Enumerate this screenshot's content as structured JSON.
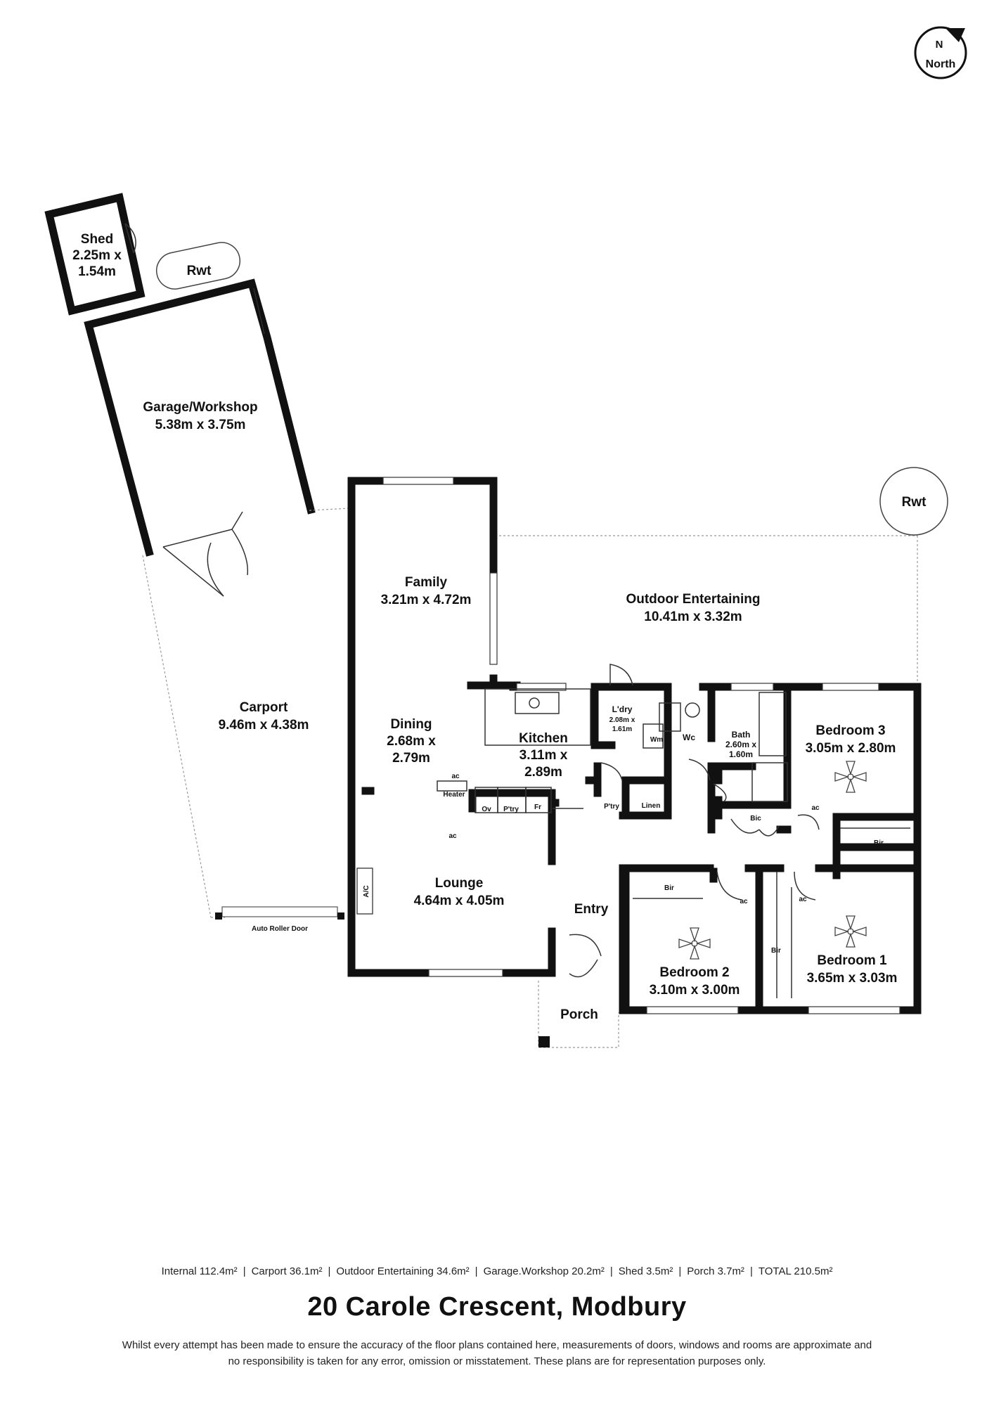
{
  "compass": {
    "letter": "N",
    "label": "North"
  },
  "rooms": {
    "shed": {
      "name": "Shed",
      "dim1": "2.25m x",
      "dim2": "1.54m"
    },
    "rwt_left": {
      "name": "Rwt"
    },
    "rwt_right": {
      "name": "Rwt"
    },
    "garage": {
      "name": "Garage/Workshop",
      "dim": "5.38m x 3.75m"
    },
    "carport": {
      "name": "Carport",
      "dim": "9.46m x 4.38m"
    },
    "family": {
      "name": "Family",
      "dim": "3.21m x 4.72m"
    },
    "outdoor": {
      "name": "Outdoor Entertaining",
      "dim": "10.41m x 3.32m"
    },
    "dining": {
      "name": "Dining",
      "dim1": "2.68m x",
      "dim2": "2.79m"
    },
    "kitchen": {
      "name": "Kitchen",
      "dim1": "3.11m x",
      "dim2": "2.89m"
    },
    "laundry": {
      "name": "L'dry",
      "dim1": "2.08m x",
      "dim2": "1.61m"
    },
    "wc": {
      "name": "Wc"
    },
    "bath": {
      "name": "Bath",
      "dim1": "2.60m x",
      "dim2": "1.60m"
    },
    "bedroom3": {
      "name": "Bedroom 3",
      "dim": "3.05m x 2.80m"
    },
    "lounge": {
      "name": "Lounge",
      "dim": "4.64m x 4.05m"
    },
    "entry": {
      "name": "Entry"
    },
    "bedroom2": {
      "name": "Bedroom 2",
      "dim": "3.10m x 3.00m"
    },
    "bedroom1": {
      "name": "Bedroom 1",
      "dim": "3.65m x 3.03m"
    },
    "porch": {
      "name": "Porch"
    }
  },
  "fixtures": {
    "heater": "Heater",
    "oven": "Ov",
    "pantry": "P'try",
    "fridge": "Fr",
    "pantry2": "P'try",
    "linen": "Linen",
    "washing_machine": "Wm",
    "ac_dining": "ac",
    "ac_lounge": "ac",
    "ac_bed3": "ac",
    "ac_bed2": "ac",
    "ac_bed1": "ac",
    "bic": "Bic",
    "bir_bed3": "Bir",
    "bir_bed2": "Bir",
    "bir_bed1": "Bir",
    "aircon_unit": "A/C",
    "roller_door": "Auto Roller Door"
  },
  "summary": [
    "Internal 112.4m²",
    "Carport 36.1m²",
    "Outdoor Entertaining 34.6m²",
    "Garage.Workshop 20.2m²",
    "Shed 3.5m²",
    "Porch 3.7m²",
    "TOTAL 210.5m²"
  ],
  "address": "20 Carole Crescent, Modbury",
  "disclaimer": {
    "line1": "Whilst every attempt has been made to ensure the accuracy of the floor plans contained here, measurements of doors, windows and rooms are approximate and",
    "line2": "no responsibility is taken for any error, omission or misstatement. These plans are for representation purposes only."
  }
}
